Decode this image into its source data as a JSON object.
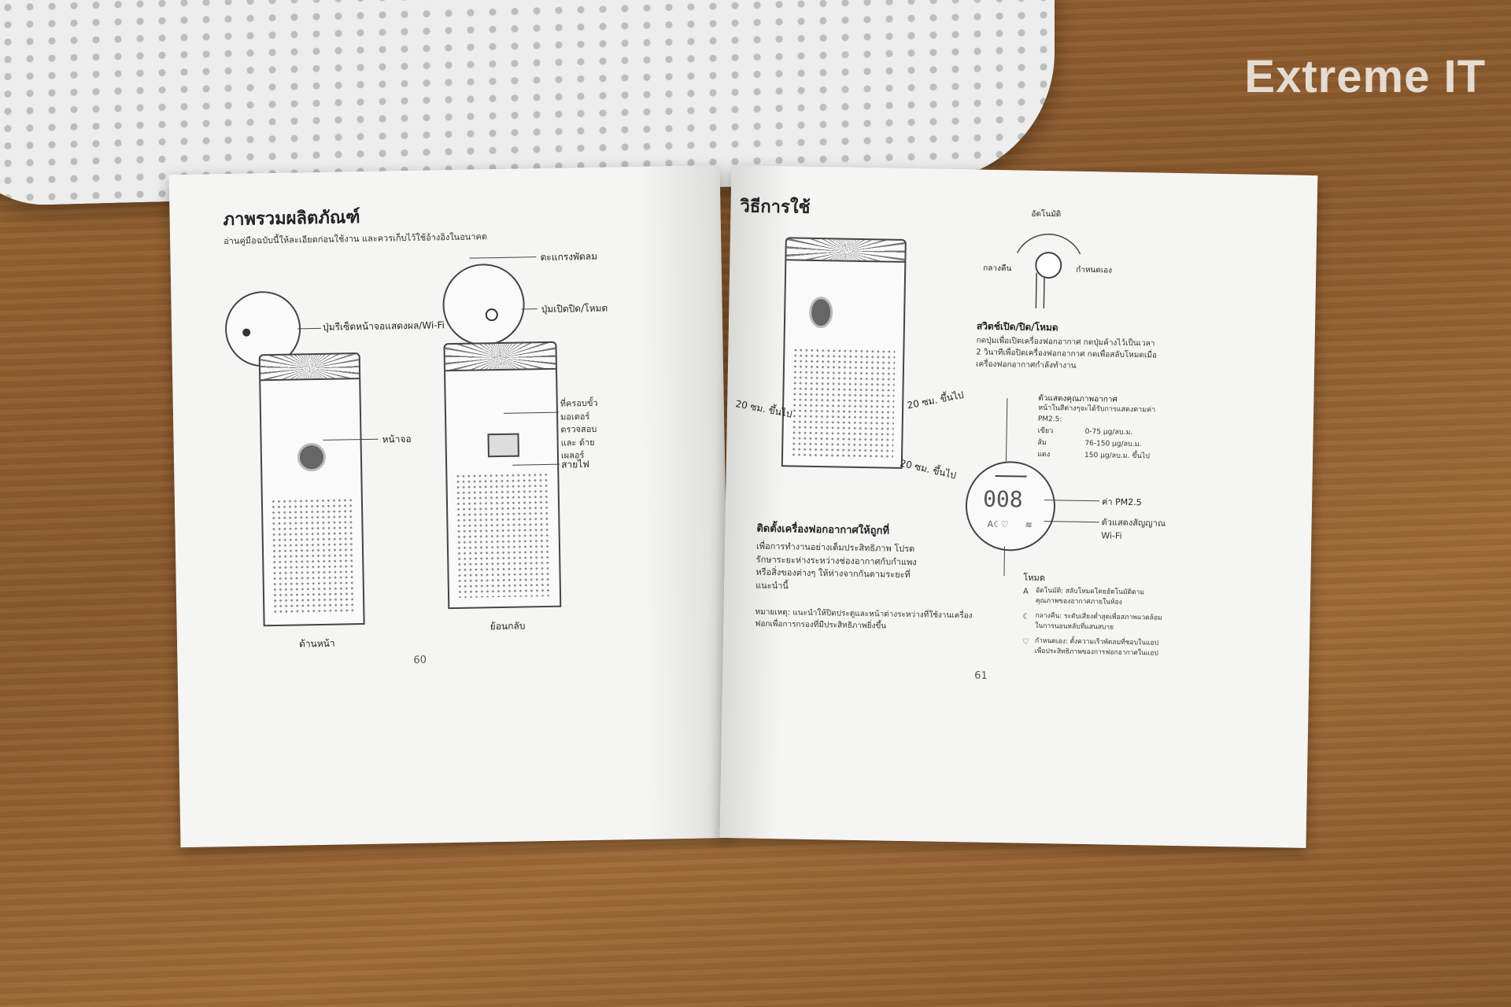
{
  "watermark": "Extreme IT",
  "left_page": {
    "title": "ภาพรวมผลิตภัณฑ์",
    "subtitle": "อ่านคู่มือฉบับนี้ให้ละเอียดก่อนใช้งาน และควรเก็บไว้ใช้อ้างอิงในอนาคต",
    "labels": {
      "fan_grille": "ตะแกรงพัดลม",
      "wifi_reset": "ปุ่มรีเซ็ตหน้าจอแสดงผล/Wi-Fi",
      "power_mode": "ปุ่มเปิดปิด/โหมด",
      "display": "หน้าจอ",
      "power_cord": "สายไฟ",
      "side_note": "ที่ครอบขั้วมอเตอร์ ตรวจสอบและ ด้ายเผลอร์"
    },
    "captions": {
      "front": "ด้านหน้า",
      "back": "ย้อนกลับ"
    },
    "page_number": "60"
  },
  "right_page": {
    "title": "วิธีการใช้",
    "mode_dial": {
      "auto": "อัตโนมัติ",
      "night": "กลางคืน",
      "custom": "กำหนดเอง"
    },
    "switch_title": "สวิตช์เปิด/ปิด/โหมด",
    "switch_desc": "กดปุ่มเพื่อเปิดเครื่องฟอกอากาศ กดปุ่มค้างไว้เป็นเวลา 2 วินาทีเพื่อปิดเครื่องฟอกอากาศ กดเพื่อสลับโหมดเมื่อเครื่องฟอกอากาศกำลังทำงาน",
    "clearance": {
      "left": "20 ซม. ขึ้นไป",
      "right": "20 ซม. ขึ้นไป",
      "bottom": "20 ซม. ขึ้นไป"
    },
    "placement_title": "ติดตั้งเครื่องฟอกอากาศให้ถูกที่",
    "placement_desc": "เพื่อการทำงานอย่างเต็มประสิทธิภาพ โปรดรักษาระยะห่างระหว่างช่องอากาศกับกำแพงหรือสิ่งของต่างๆ ให้ห่างจากกันตามระยะที่แนะนำนี้",
    "note": "หมายเหตุ: แนะนำให้ปิดประตูและหน้าต่างระหว่างที่ใช้งานเครื่องฟอกเพื่อการกรองที่มีประสิทธิภาพยิ่งขึ้น",
    "aq_indicator": {
      "title": "ตัวแสดงคุณภาพอากาศ",
      "desc": "หน้าในสีต่างๆจะได้รับการแสดงตามค่า PM2.5:",
      "levels": [
        {
          "color_name": "เขียว",
          "range": "0-75 μg/ลบ.ม."
        },
        {
          "color_name": "ส้ม",
          "range": "76-150 μg/ลบ.ม."
        },
        {
          "color_name": "แดง",
          "range": "150 μg/ลบ.ม. ขึ้นไป"
        }
      ]
    },
    "display_readout": "008",
    "pm25_label": "ค่า PM2.5",
    "wifi_label": "ตัวแสดงสัญญาณ Wi-Fi",
    "mode_title": "โหมด",
    "modes": [
      {
        "icon": "A",
        "text": "อัตโนมัติ: สลับโหมดโดยอัตโนมัติตามคุณภาพของอากาศภายในห้อง"
      },
      {
        "icon": "☾",
        "text": "กลางคืน: ระดับเสียงต่ำสุดเพื่อสภาพแวดล้อมในการนอนหลับที่แสนสบาย"
      },
      {
        "icon": "♡",
        "text": "กำหนดเอง: ตั้งความเร็วพัดลมที่ชอบในแอปเพื่อประสิทธิภาพของการฟอกอากาศในแอป"
      }
    ],
    "page_number": "61"
  }
}
